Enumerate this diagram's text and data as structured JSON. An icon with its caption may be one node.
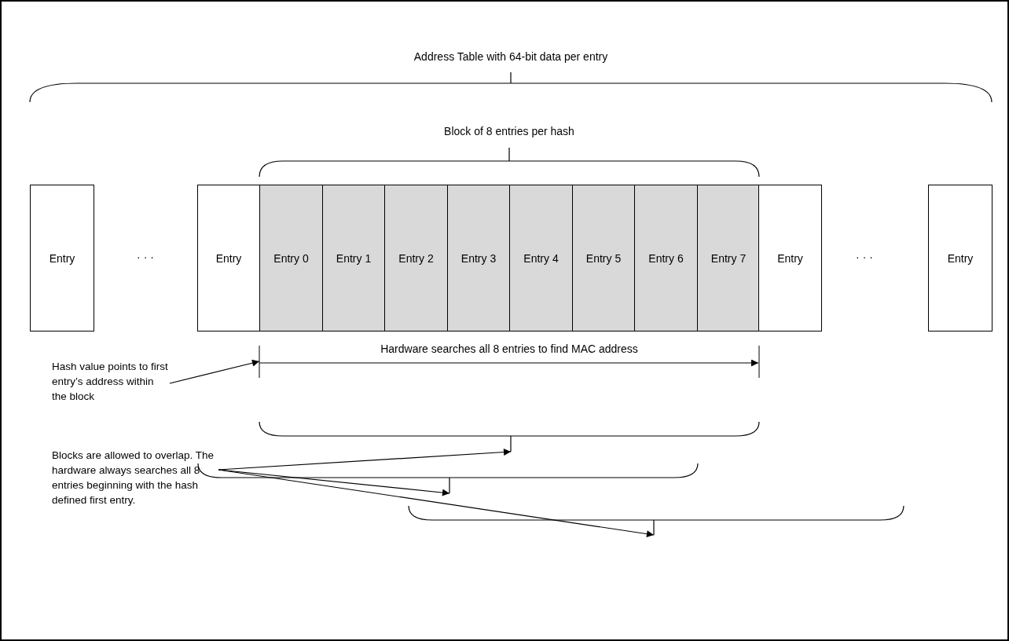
{
  "diagram": {
    "nodes": [
      {
        "text": [
          "Entry"
        ]
      },
      {
        "text": [
          "Entry"
        ]
      },
      {
        "text": [
          "Entry 0"
        ]
      },
      {
        "text": [
          "Entry 1"
        ]
      },
      {
        "text": [
          "Entry 2"
        ]
      },
      {
        "text": [
          "Entry 3"
        ]
      },
      {
        "text": [
          "Entry 4"
        ]
      },
      {
        "text": [
          "Entry 5"
        ]
      },
      {
        "text": [
          "Entry 6"
        ]
      },
      {
        "text": [
          "Entry 7"
        ]
      },
      {
        "text": [
          "Entry"
        ]
      },
      {
        "text": [
          "Entry"
        ]
      },
      {
        "text": [
          "Hash value points to first entry’s address within the block"
        ]
      },
      {
        "text": [
          "Blocks are allowed to overlap. The hardware always searches all 8 entries beginning with the hash defined first entry."
        ]
      },
      {
        "text": [],
        "shape": "bracket"
      },
      {
        "text": [],
        "shape": "bracket"
      },
      {
        "text": [],
        "shape": "bracket"
      }
    ],
    "edges": [
      {
        "from": 12,
        "to": null,
        "arrow": "to"
      },
      {
        "from": 13,
        "to": 14,
        "arrow": "to"
      },
      {
        "from": 13,
        "to": 15,
        "arrow": "to"
      },
      {
        "from": 13,
        "to": 16,
        "arrow": "to"
      }
    ],
    "labels": [
      "Address Table with 64-bit data per entry",
      "Block of 8 entries per hash",
      "· · ·",
      "· · ·",
      "Hardware searches all 8 entries to find MAC address"
    ]
  }
}
